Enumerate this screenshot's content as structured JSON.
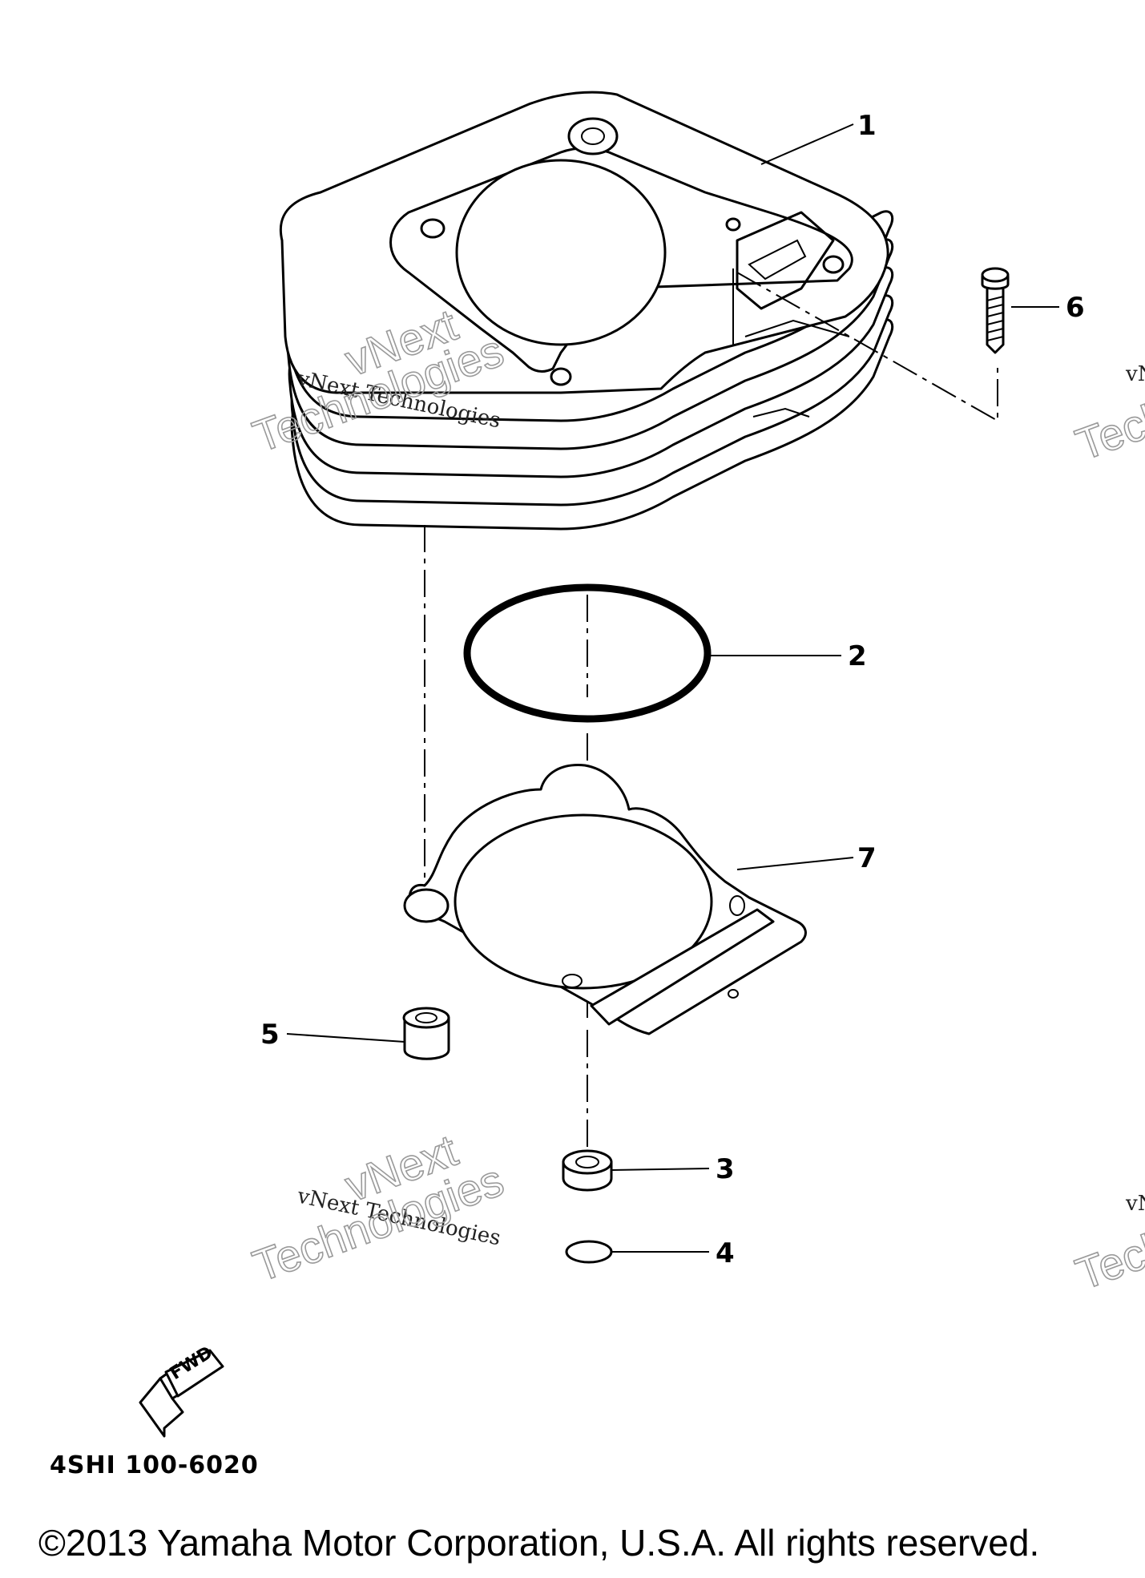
{
  "callouts": [
    "1",
    "2",
    "3",
    "4",
    "5",
    "6",
    "7"
  ],
  "part_code": "4SHI 100-6020",
  "fwd_label": "FWD",
  "watermark": {
    "small": "vNext Technologies",
    "big_line1": "vNext",
    "big_line2": "Technologies"
  },
  "copyright": "©2013 Yamaha Motor Corporation, U.S.A. All rights reserved."
}
